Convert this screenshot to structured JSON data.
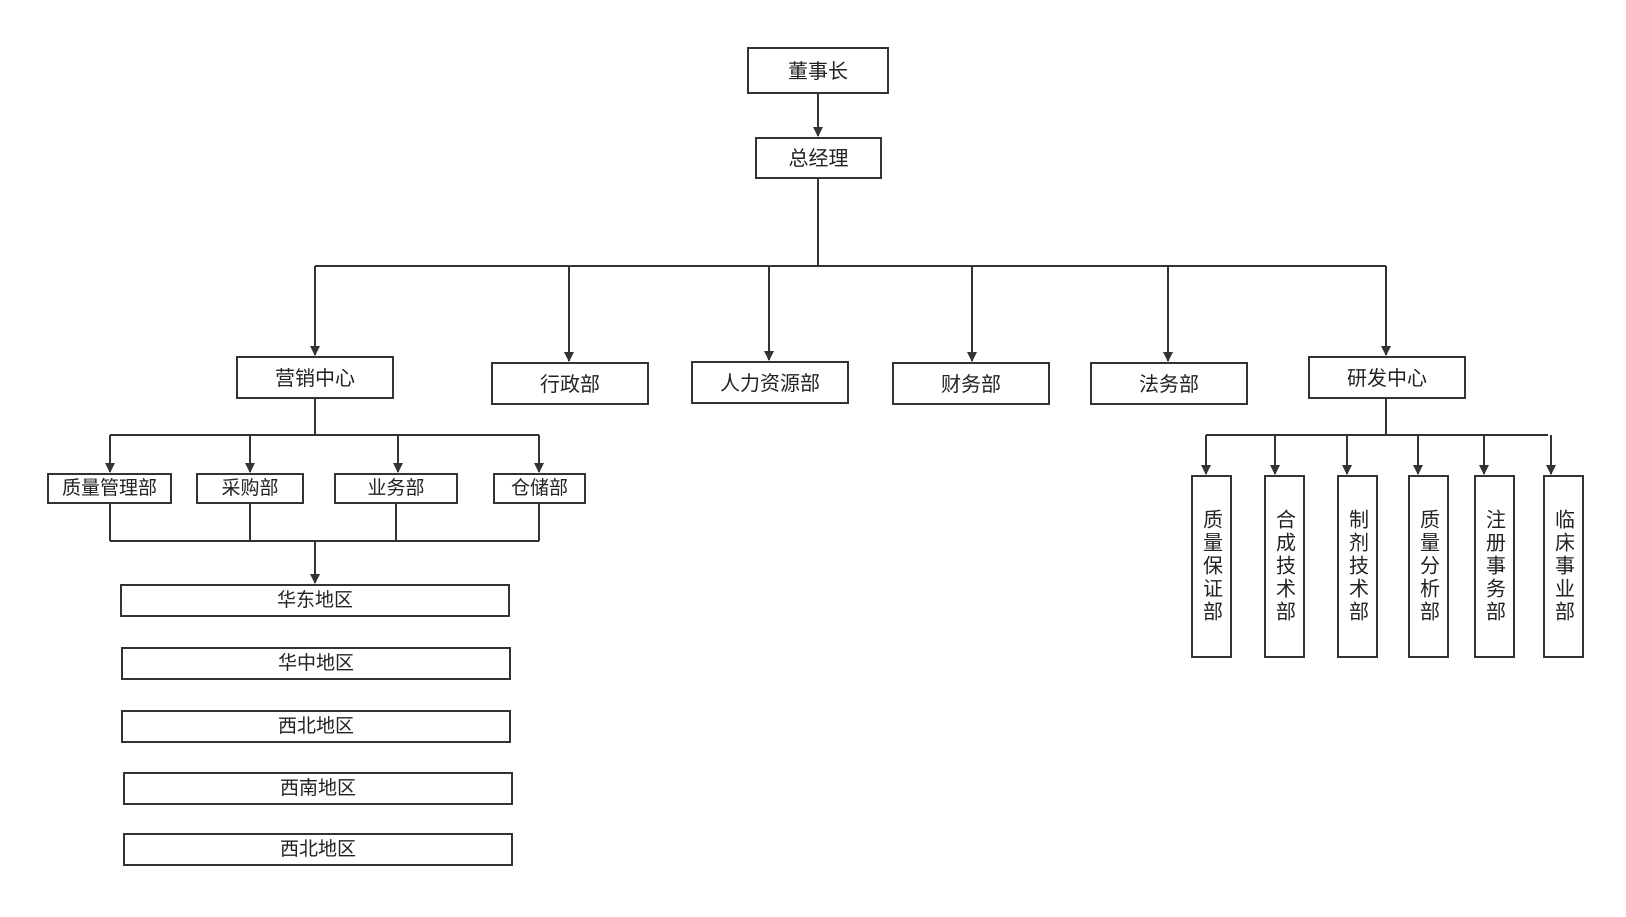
{
  "colors": {
    "line": "#333333",
    "box_border": "#333333",
    "text": "#222222",
    "background": "#ffffff"
  },
  "org": {
    "chairman": "董事长",
    "general_manager": "总经理",
    "departments": {
      "marketing_center": "营销中心",
      "administration": "行政部",
      "human_resources": "人力资源部",
      "finance": "财务部",
      "legal": "法务部",
      "rnd_center": "研发中心"
    },
    "marketing_units": {
      "quality_management": "质量管理部",
      "procurement": "采购部",
      "business": "业务部",
      "warehousing": "仓储部"
    },
    "regions": [
      "华东地区",
      "华中地区",
      "西北地区",
      "西南地区",
      "西北地区"
    ],
    "rnd_units": [
      "质量保证部",
      "合成技术部",
      "制剂技术部",
      "质量分析部",
      "注册事务部",
      "临床事业部"
    ]
  }
}
